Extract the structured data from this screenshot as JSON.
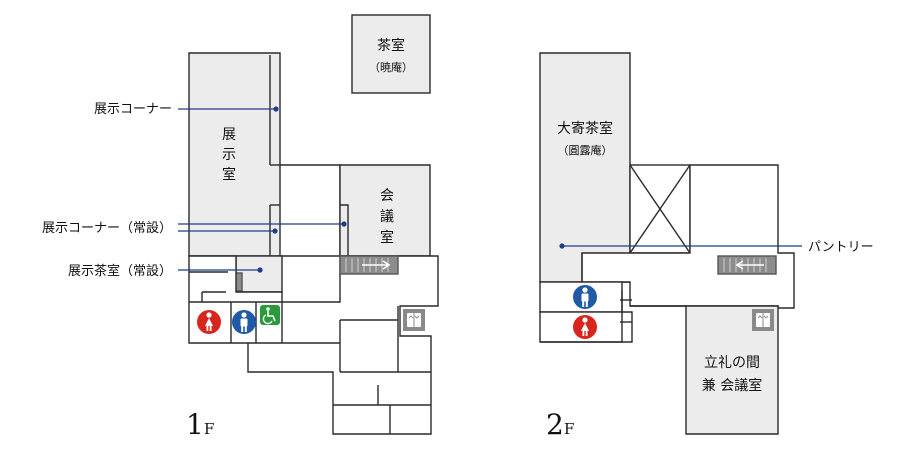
{
  "colors": {
    "wall": "#2a2a2a",
    "room_fill": "#ececec",
    "corridor_fill": "#ffffff",
    "callout_line": "#1f3d8a",
    "female_icon": "#d7261e",
    "male_icon": "#1f5aa6",
    "accessible_icon": "#2a9a3c",
    "elevator_icon": "#8a8a8a",
    "stair_fill": "#8c8c8c"
  },
  "floor1": {
    "floor_number": "1",
    "floor_unit": "F",
    "tea_room": {
      "name": "茶室",
      "subname": "（暁庵）"
    },
    "exhibition_room": [
      "展",
      "示",
      "室"
    ],
    "conference_room": [
      "会",
      "議",
      "室"
    ],
    "callouts": {
      "exhibit_corner": "展示コーナー",
      "exhibit_corner_permanent": "展示コーナー（常設）",
      "exhibit_tea_room_permanent": "展示茶室（常設）"
    },
    "icons": [
      "female-restroom",
      "male-restroom",
      "accessible-restroom",
      "elevator",
      "stairs"
    ]
  },
  "floor2": {
    "floor_number": "2",
    "floor_unit": "F",
    "oyose_tea_room": {
      "name": "大寄茶室",
      "subname": "（圓露庵）"
    },
    "tatsurei_room": {
      "line1": "立礼の間",
      "line2": "兼 会議室"
    },
    "callouts": {
      "pantry": "パントリー"
    },
    "icons": [
      "male-restroom",
      "female-restroom",
      "elevator",
      "stairs"
    ]
  }
}
